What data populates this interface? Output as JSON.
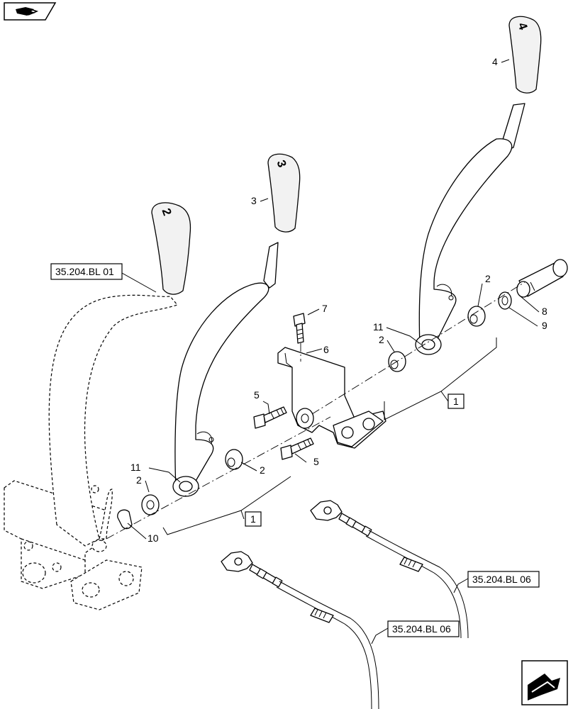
{
  "labels": {
    "p2a": "2",
    "p2b": "2",
    "p2c": "2",
    "p2d": "2",
    "p3": "3",
    "p4": "4",
    "p5a": "5",
    "p5b": "5",
    "p6": "6",
    "p7": "7",
    "p8": "8",
    "p9": "9",
    "p10": "10",
    "p11a": "11",
    "p11b": "11",
    "g1a": "1",
    "g1b": "1"
  },
  "knobs": {
    "k2": "2",
    "k3": "3",
    "k4": "4"
  },
  "refs": {
    "r1": "35.204.BL 01",
    "r2": "35.204.BL 06",
    "r3": "35.204.BL 06"
  },
  "icons": {
    "top_left": "previous-page-icon",
    "bottom_right": "next-page-icon"
  }
}
